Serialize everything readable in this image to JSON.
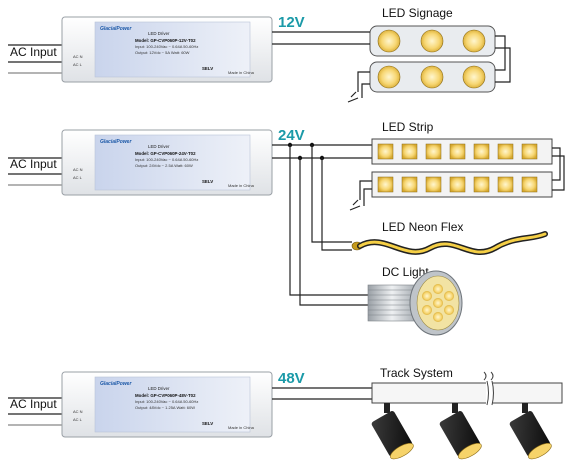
{
  "drivers": [
    {
      "id": "12v",
      "ac_label": "AC Input",
      "voltage_label": "12V",
      "brand": "GlacialPower",
      "title": "LED Driver",
      "model": "Model: GP-CVP060P-12V-T02",
      "input": "Input: 100-240Vac ~ 0.64A 50-60Hz",
      "output": "Output: 12Vdc ~ 5A   Watt: 60W",
      "selv": "SELV",
      "origin": "Made in China",
      "left_terms": [
        "AC N",
        "AC L"
      ]
    },
    {
      "id": "24v",
      "ac_label": "AC Input",
      "voltage_label": "24V",
      "brand": "GlacialPower",
      "title": "LED Driver",
      "model": "Model: GP-CVP060P-24V-T02",
      "input": "Input: 100-240Vac ~ 0.64A 50-60Hz",
      "output": "Output: 24Vdc ~ 2.5A   Watt: 60W",
      "selv": "SELV",
      "origin": "Made in China",
      "left_terms": [
        "AC N",
        "AC L"
      ]
    },
    {
      "id": "48v",
      "ac_label": "AC Input",
      "voltage_label": "48V",
      "brand": "GlacialPower",
      "title": "LED Driver",
      "model": "Model: GP-CVP060P-48V-T02",
      "input": "Input: 100-240Vac ~ 0.64A 50-60Hz",
      "output": "Output: 48Vdc ~ 1.25A   Watt: 60W",
      "selv": "SELV",
      "origin": "Made in China",
      "left_terms": [
        "AC N",
        "AC L"
      ]
    }
  ],
  "loads": {
    "signage": "LED Signage",
    "strip": "LED Strip",
    "neon": "LED Neon Flex",
    "dc_light": "DC Light",
    "track": "Track System"
  },
  "colors": {
    "voltage": "#1b9aa8",
    "led": "#f6d36a",
    "housing": "#f2f3f5"
  }
}
